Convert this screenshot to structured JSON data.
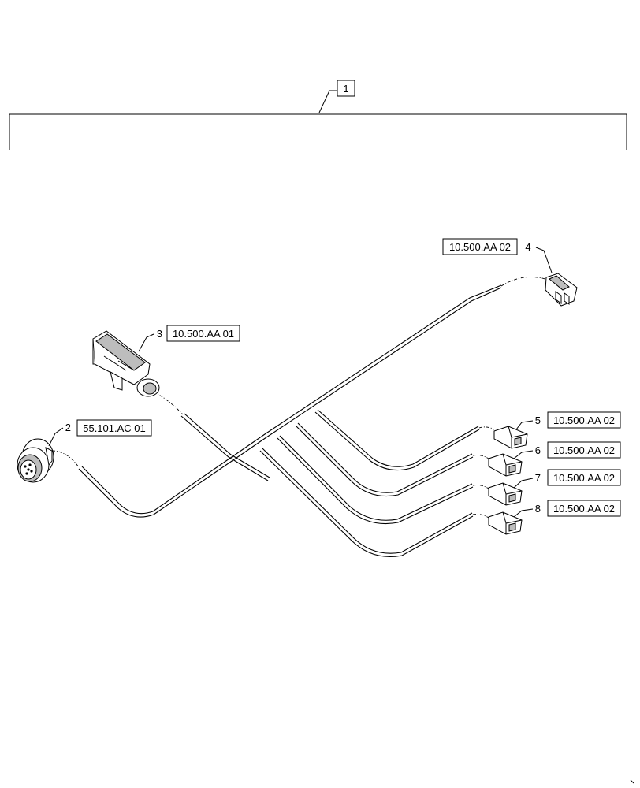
{
  "assembly": {
    "item": "1"
  },
  "callouts": [
    {
      "item": "2",
      "ref": "55.101.AC 01",
      "part": "round-connector"
    },
    {
      "item": "3",
      "ref": "10.500.AA 01",
      "part": "ecu-connector"
    },
    {
      "item": "4",
      "ref": "10.500.AA 02",
      "part": "sealed-connector"
    },
    {
      "item": "5",
      "ref": "10.500.AA 02",
      "part": "2-pin-connector"
    },
    {
      "item": "6",
      "ref": "10.500.AA 02",
      "part": "2-pin-connector"
    },
    {
      "item": "7",
      "ref": "10.500.AA 02",
      "part": "2-pin-connector"
    },
    {
      "item": "8",
      "ref": "10.500.AA 02",
      "part": "2-pin-connector"
    }
  ]
}
